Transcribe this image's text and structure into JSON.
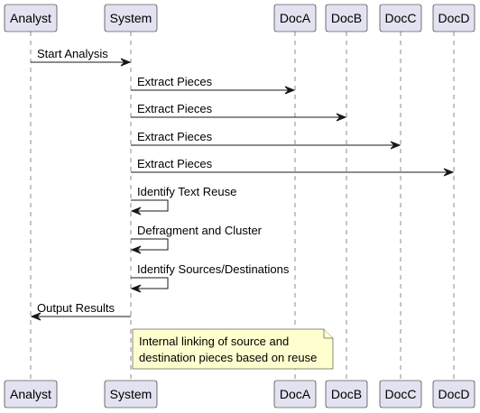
{
  "participants": [
    {
      "id": "analyst",
      "label": "Analyst"
    },
    {
      "id": "system",
      "label": "System"
    },
    {
      "id": "doca",
      "label": "DocA"
    },
    {
      "id": "docb",
      "label": "DocB"
    },
    {
      "id": "docc",
      "label": "DocC"
    },
    {
      "id": "docd",
      "label": "DocD"
    }
  ],
  "messages": [
    {
      "from": "analyst",
      "to": "system",
      "label": "Start Analysis"
    },
    {
      "from": "system",
      "to": "doca",
      "label": "Extract Pieces"
    },
    {
      "from": "system",
      "to": "docb",
      "label": "Extract Pieces"
    },
    {
      "from": "system",
      "to": "docc",
      "label": "Extract Pieces"
    },
    {
      "from": "system",
      "to": "docd",
      "label": "Extract Pieces"
    },
    {
      "from": "system",
      "to": "system",
      "label": "Identify Text Reuse"
    },
    {
      "from": "system",
      "to": "system",
      "label": "Defragment and Cluster"
    },
    {
      "from": "system",
      "to": "system",
      "label": "Identify Sources/Destinations"
    },
    {
      "from": "system",
      "to": "analyst",
      "label": "Output Results"
    }
  ],
  "note": {
    "over": "system",
    "lines": [
      "Internal linking of source and",
      "destination pieces based on reuse"
    ]
  },
  "colors": {
    "participant_fill": "#e2e2f0",
    "line": "#181818",
    "note_fill": "#fefece"
  }
}
